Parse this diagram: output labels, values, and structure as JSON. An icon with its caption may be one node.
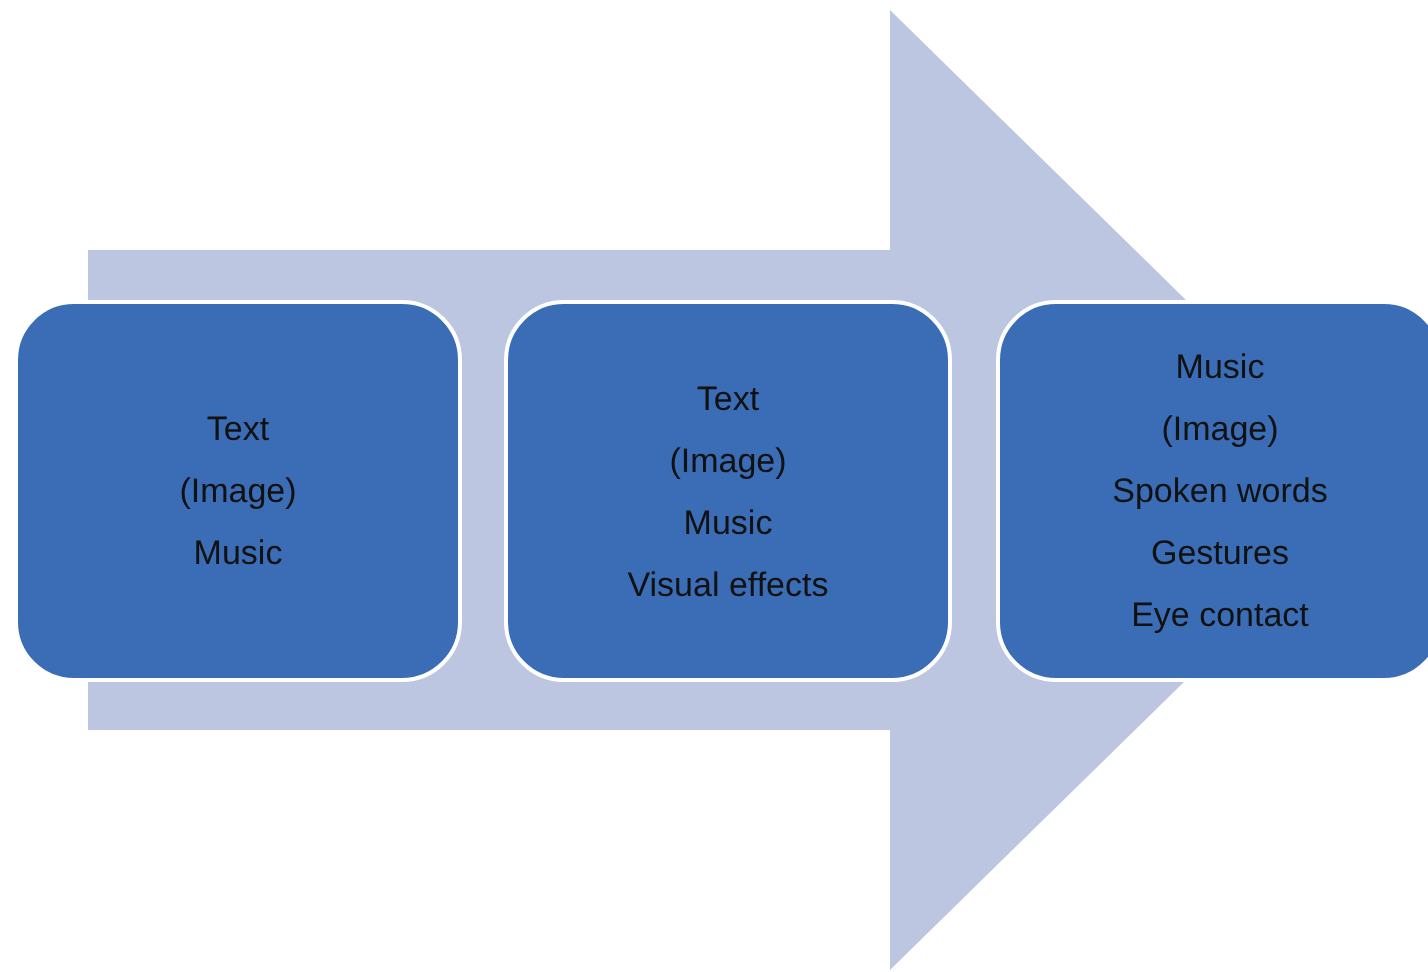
{
  "diagram": {
    "nodes": [
      {
        "text": [
          "Text",
          "(Image)",
          "Music"
        ]
      },
      {
        "text": [
          "Text",
          "(Image)",
          "Music",
          "Visual effects"
        ]
      },
      {
        "text": [
          "Music",
          "(Image)",
          "Spoken words",
          "Gestures",
          "Eye contact"
        ]
      }
    ],
    "edges": [
      {
        "from": 0,
        "to": 2,
        "arrow": "to"
      }
    ]
  }
}
